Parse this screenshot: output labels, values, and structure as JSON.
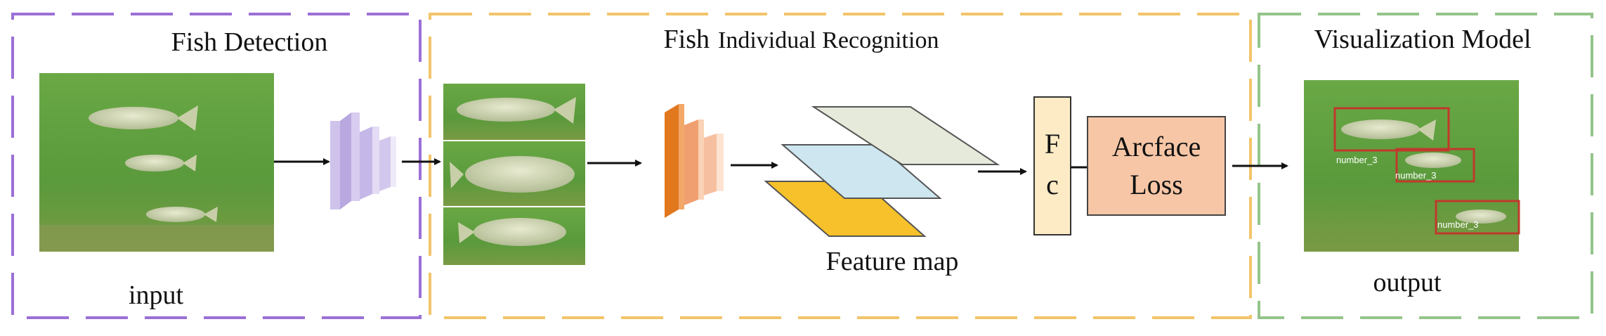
{
  "sections": {
    "detection": {
      "title": "Fish Detection",
      "caption": "input"
    },
    "recognition": {
      "title_part1": "Fish",
      "title_part2": "Individual Recognition",
      "feature_label": "Feature map"
    },
    "visualization": {
      "title": "Visualization Model",
      "caption": "output"
    }
  },
  "fc_block": {
    "line1": "F",
    "line2": "c"
  },
  "loss_block": {
    "line1": "Arcface",
    "line2": "Loss"
  },
  "detections": [
    {
      "label": "number_3"
    },
    {
      "label": "number_3"
    },
    {
      "label": "number_3"
    }
  ],
  "colors": {
    "detection_border": "#9b6fd6",
    "recognition_border": "#f2c46a",
    "visualization_border": "#94c48a",
    "water": "#5f9a3e",
    "cnn_light": "#d2c7ec",
    "cnn_orange": "#e1781e",
    "feature_top": "#e5eadb",
    "feature_mid": "#cde6f0",
    "feature_bottom": "#f6c12a",
    "fc_fill": "#fdebc6",
    "loss_fill": "#f6c6a6",
    "bbox": "#c0392b"
  },
  "icons": [
    "cnn-block-icon",
    "fish-photo",
    "arrow-icon"
  ]
}
